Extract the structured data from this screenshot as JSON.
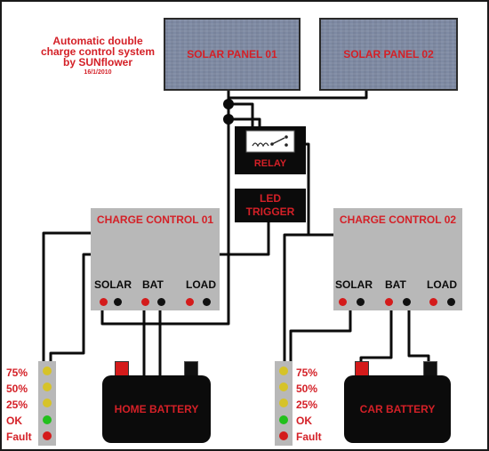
{
  "title": {
    "line1": "Automatic double",
    "line2": "charge control system",
    "line3": "by SUNflower",
    "date": "16/1/2010"
  },
  "panels": [
    "SOLAR PANEL 01",
    "SOLAR PANEL 02"
  ],
  "relay": {
    "label": "RELAY"
  },
  "led_trigger": {
    "line1": "LED",
    "line2": "TRIGGER"
  },
  "charge_controls": [
    {
      "title": "CHARGE CONTROL 01",
      "terminals": [
        "SOLAR",
        "BAT",
        "LOAD"
      ]
    },
    {
      "title": "CHARGE CONTROL 02",
      "terminals": [
        "SOLAR",
        "BAT",
        "LOAD"
      ]
    }
  ],
  "indicator_levels": [
    "75%",
    "50%",
    "25%",
    "OK",
    "Fault"
  ],
  "batteries": [
    "HOME BATTERY",
    "CAR BATTERY"
  ],
  "colors": {
    "label_red": "#d42027",
    "panel_blue": "#7e8aa3",
    "controller_gray": "#b8b8b8",
    "led_yellow": "#d6c328",
    "led_green": "#22c01c",
    "led_red": "#d41b1b",
    "terminal_black": "#111111"
  }
}
